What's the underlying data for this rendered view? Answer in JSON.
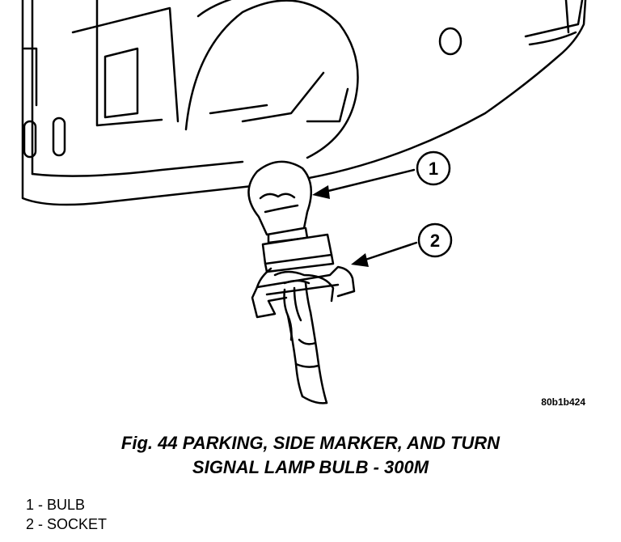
{
  "figure": {
    "code": "80b1b424",
    "callouts": [
      "1",
      "2"
    ]
  },
  "caption": {
    "line1": "Fig. 44 PARKING, SIDE MARKER, AND TURN",
    "line2": "SIGNAL LAMP BULB - 300M"
  },
  "legend": [
    "1 - BULB",
    "2 - SOCKET"
  ]
}
